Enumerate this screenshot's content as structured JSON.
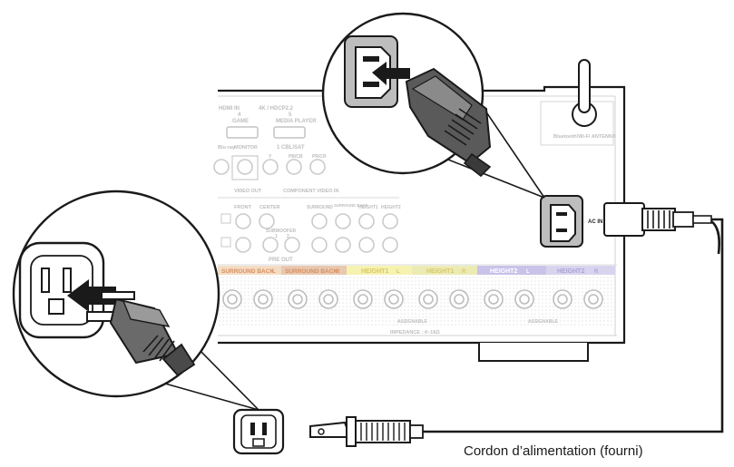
{
  "caption": "Cordon d’alimentation (fourni)",
  "receiver": {
    "hdmi_in_label": "HDMI IN",
    "hdmi_header": "4K / HDCP2.2",
    "hdmi_inputs": [
      "GAME",
      "MEDIA PLAYER"
    ],
    "hdmi_input_numbers": [
      "4",
      "5"
    ],
    "antenna_label": "Bluetooth/Wi-Fi ANTENNA",
    "monitor_label": "MONITOR",
    "video_out_label": "VIDEO OUT",
    "cbl_sat_label": "1 CBL/SAT",
    "component_labels": [
      "Y",
      "PB/CB",
      "PR/CR"
    ],
    "component_video_in_label": "COMPONENT VIDEO IN",
    "blu_ray_label": "Blu-ray",
    "pre_out_labels": [
      "FRONT",
      "CENTER",
      "SURROUND",
      "SURROUND BACK",
      "HEIGHT1",
      "HEIGHT2"
    ],
    "subwoofer_label": "SUBWOOFER",
    "subwoofer_numbers": [
      "1",
      "2"
    ],
    "pre_out_label": "PRE OUT",
    "ac_in_label": "AC IN",
    "speaker_labels": [
      "SURROUND BACK",
      "SURROUND BACK",
      "HEIGHT1",
      "HEIGHT1",
      "HEIGHT2",
      "HEIGHT2"
    ],
    "speaker_channel_marks": [
      "L",
      "R",
      "L",
      "R",
      "L",
      "R"
    ],
    "speaker_colors": [
      "#f4dcc4",
      "#e8c8b0",
      "#f6f2b0",
      "#ecebb4",
      "#c9c3ea",
      "#d8d4ee"
    ],
    "assignable_label": "ASSIGNABLE",
    "impedance_label": "IMPEDANCE : 4~16Ω"
  },
  "icons": [
    "wall-outlet-icon",
    "power-plug-icon",
    "iec-connector-icon",
    "ac-inlet-icon",
    "insertion-arrow-icon"
  ]
}
